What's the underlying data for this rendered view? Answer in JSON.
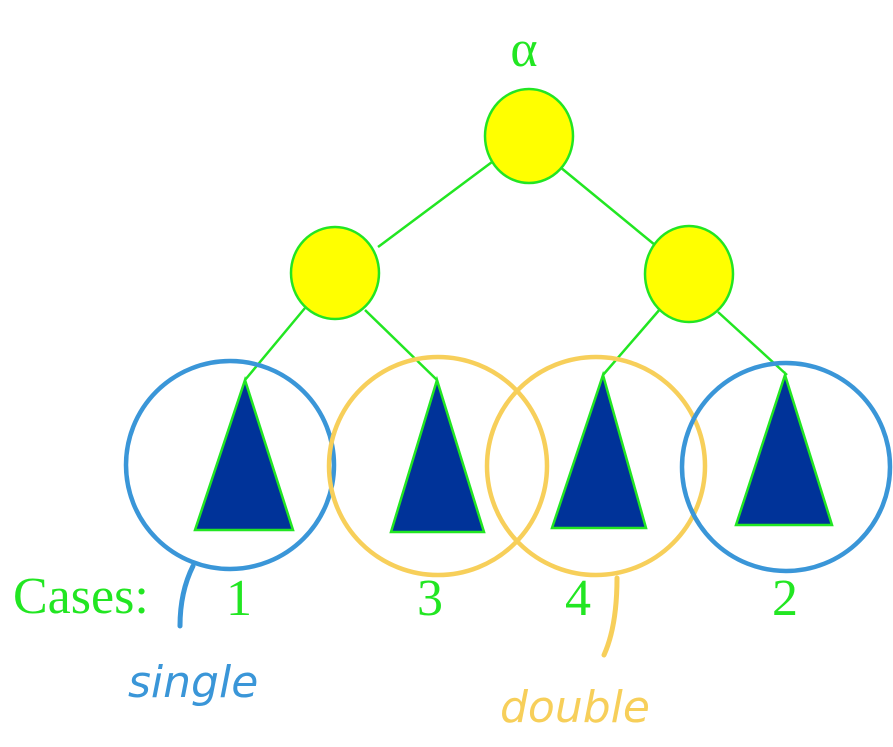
{
  "colors": {
    "background": "#ffffff",
    "node_fill": "#ffff00",
    "node_stroke": "#22e622",
    "edge": "#22e622",
    "subtree_fill": "#003399",
    "subtree_stroke": "#22e622",
    "single_circle": "#3a96d8",
    "double_circle": "#f7cf5a",
    "text": "#22e622"
  },
  "root": {
    "label": "α"
  },
  "cases": {
    "prefix": "Cases:",
    "labels": [
      "1",
      "3",
      "4",
      "2"
    ]
  },
  "annotations": {
    "single": "single",
    "double": "double"
  }
}
